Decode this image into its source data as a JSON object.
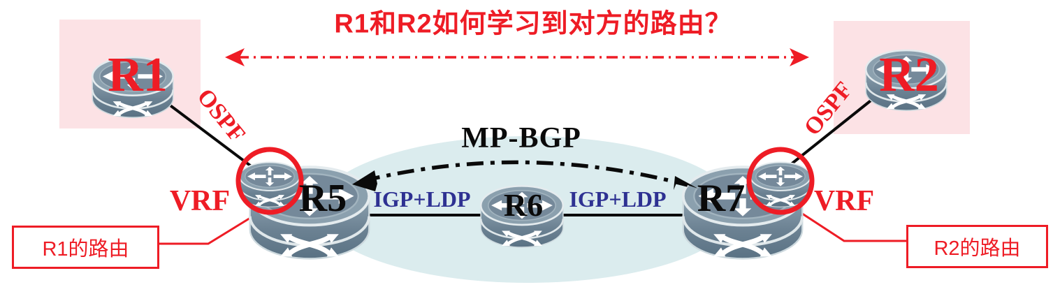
{
  "title": "R1和R2如何学习到对方的路由？",
  "colors": {
    "red": "#ee1c25",
    "navy": "#2e3192",
    "black": "#0a0a0a",
    "pink_zone": "#fce2e5",
    "mpls_cloud": "#dbecee",
    "router_body": "#75899a"
  },
  "routers": {
    "r1": "R1",
    "r2": "R2",
    "r5": "R5",
    "r6": "R6",
    "r7": "R7"
  },
  "links": {
    "ospf_left": "OSPF",
    "ospf_right": "OSPF",
    "igp_ldp_left": "IGP+LDP",
    "igp_ldp_right": "IGP+LDP",
    "mp_bgp": "MP-BGP"
  },
  "vrf_labels": {
    "left": "VRF",
    "right": "VRF"
  },
  "callouts": {
    "left": "R1的路由",
    "right": "R2的路由"
  }
}
